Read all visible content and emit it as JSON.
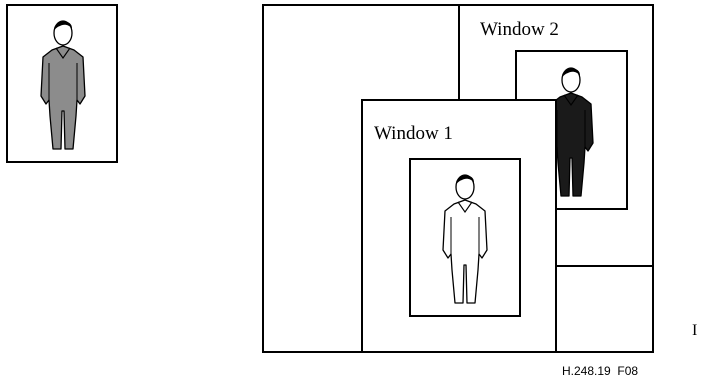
{
  "windows": {
    "window2_label": "Window 2",
    "window1_label": "Window 1"
  },
  "figure_label": "H.248.19  F08",
  "edge_mark": "I",
  "person_icons": [
    {
      "name": "person-icon-grey",
      "fill": "#8c8c8c"
    },
    {
      "name": "person-icon-black",
      "fill": "#1a1a1a"
    },
    {
      "name": "person-icon-white",
      "fill": "#ffffff"
    }
  ],
  "colors": {
    "stroke": "#000000",
    "background": "#ffffff"
  }
}
